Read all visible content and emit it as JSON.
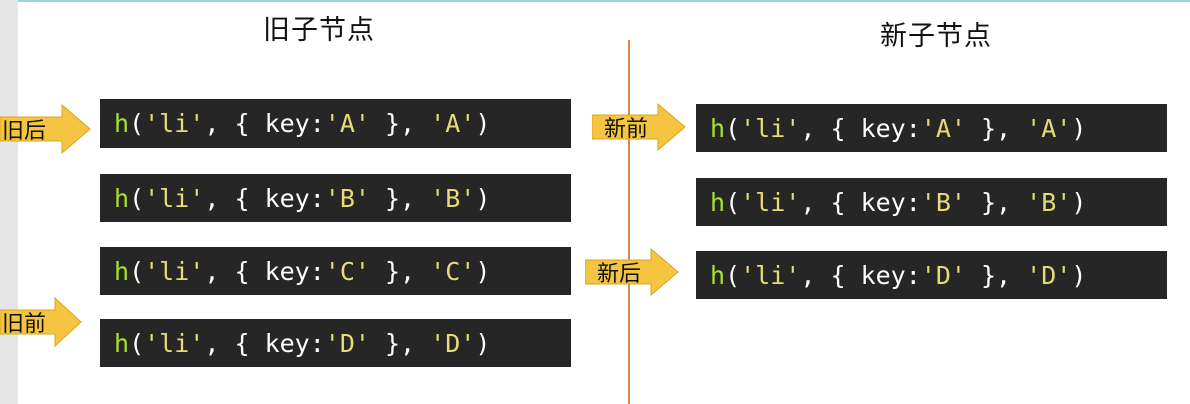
{
  "headings": {
    "old": "旧子节点",
    "new": "新子节点"
  },
  "old_nodes": [
    {
      "fn": "h",
      "tag": "'li'",
      "key_label": "key:",
      "key": "'A'",
      "child": "'A'"
    },
    {
      "fn": "h",
      "tag": "'li'",
      "key_label": "key:",
      "key": "'B'",
      "child": "'B'"
    },
    {
      "fn": "h",
      "tag": "'li'",
      "key_label": "key:",
      "key": "'C'",
      "child": "'C'"
    },
    {
      "fn": "h",
      "tag": "'li'",
      "key_label": "key:",
      "key": "'D'",
      "child": "'D'"
    }
  ],
  "new_nodes": [
    {
      "fn": "h",
      "tag": "'li'",
      "key_label": "key:",
      "key": "'A'",
      "child": "'A'"
    },
    {
      "fn": "h",
      "tag": "'li'",
      "key_label": "key:",
      "key": "'B'",
      "child": "'B'"
    },
    {
      "fn": "h",
      "tag": "'li'",
      "key_label": "key:",
      "key": "'D'",
      "child": "'D'"
    }
  ],
  "pointers": {
    "old_end": "旧后",
    "old_start": "旧前",
    "new_start": "新前",
    "new_end": "新后"
  },
  "colors": {
    "code_bg": "#262626",
    "fn": "#a6e22e",
    "string": "#e6db74",
    "arrow": "#f5c542",
    "divider": "#d98a4a"
  }
}
